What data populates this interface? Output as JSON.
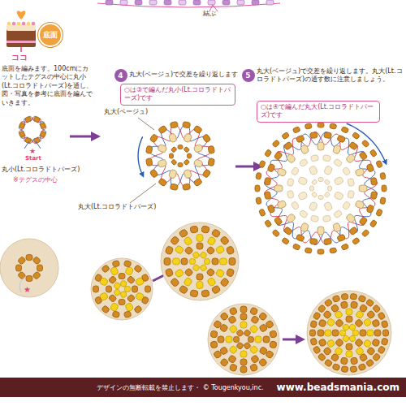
{
  "diagram": {
    "nodes": [
      {
        "text": [
          "底面"
        ]
      },
      {
        "text": [
          "4"
        ]
      },
      {
        "text": [
          "○は③で編んだ丸小(Lt.コロラドトパーズ)です"
        ]
      },
      {
        "text": [
          "5"
        ]
      },
      {
        "text": [
          "○は④で編んだ丸大(Lt.コロラドトパーズ)です"
        ]
      },
      {
        "text": [
          "デザインの無断転載を禁止します・ © Tougenkyou,inc.",
          "www.beadsmania.com"
        ]
      }
    ],
    "labels": [
      "ココ",
      "結ぶ",
      "底面を編みます。100cmにカットしたテグスの中心に丸小(Lt.コロラドトパーズ)を通し、図・写真を参考に底面を編んでいきます。",
      "★",
      "Start",
      "丸小(Lt.コロラドトパーズ)",
      "※テグスの中心",
      "丸大(ベージュ)で交差を繰り返します",
      "丸大(ベージュ)",
      "丸大(Lt.コロラドトパーズ)",
      "丸大(ベージュ)で交差を繰り返します。丸大(Lt.コロラドトパーズ)の通す数に注意しましょう。",
      "★"
    ]
  }
}
